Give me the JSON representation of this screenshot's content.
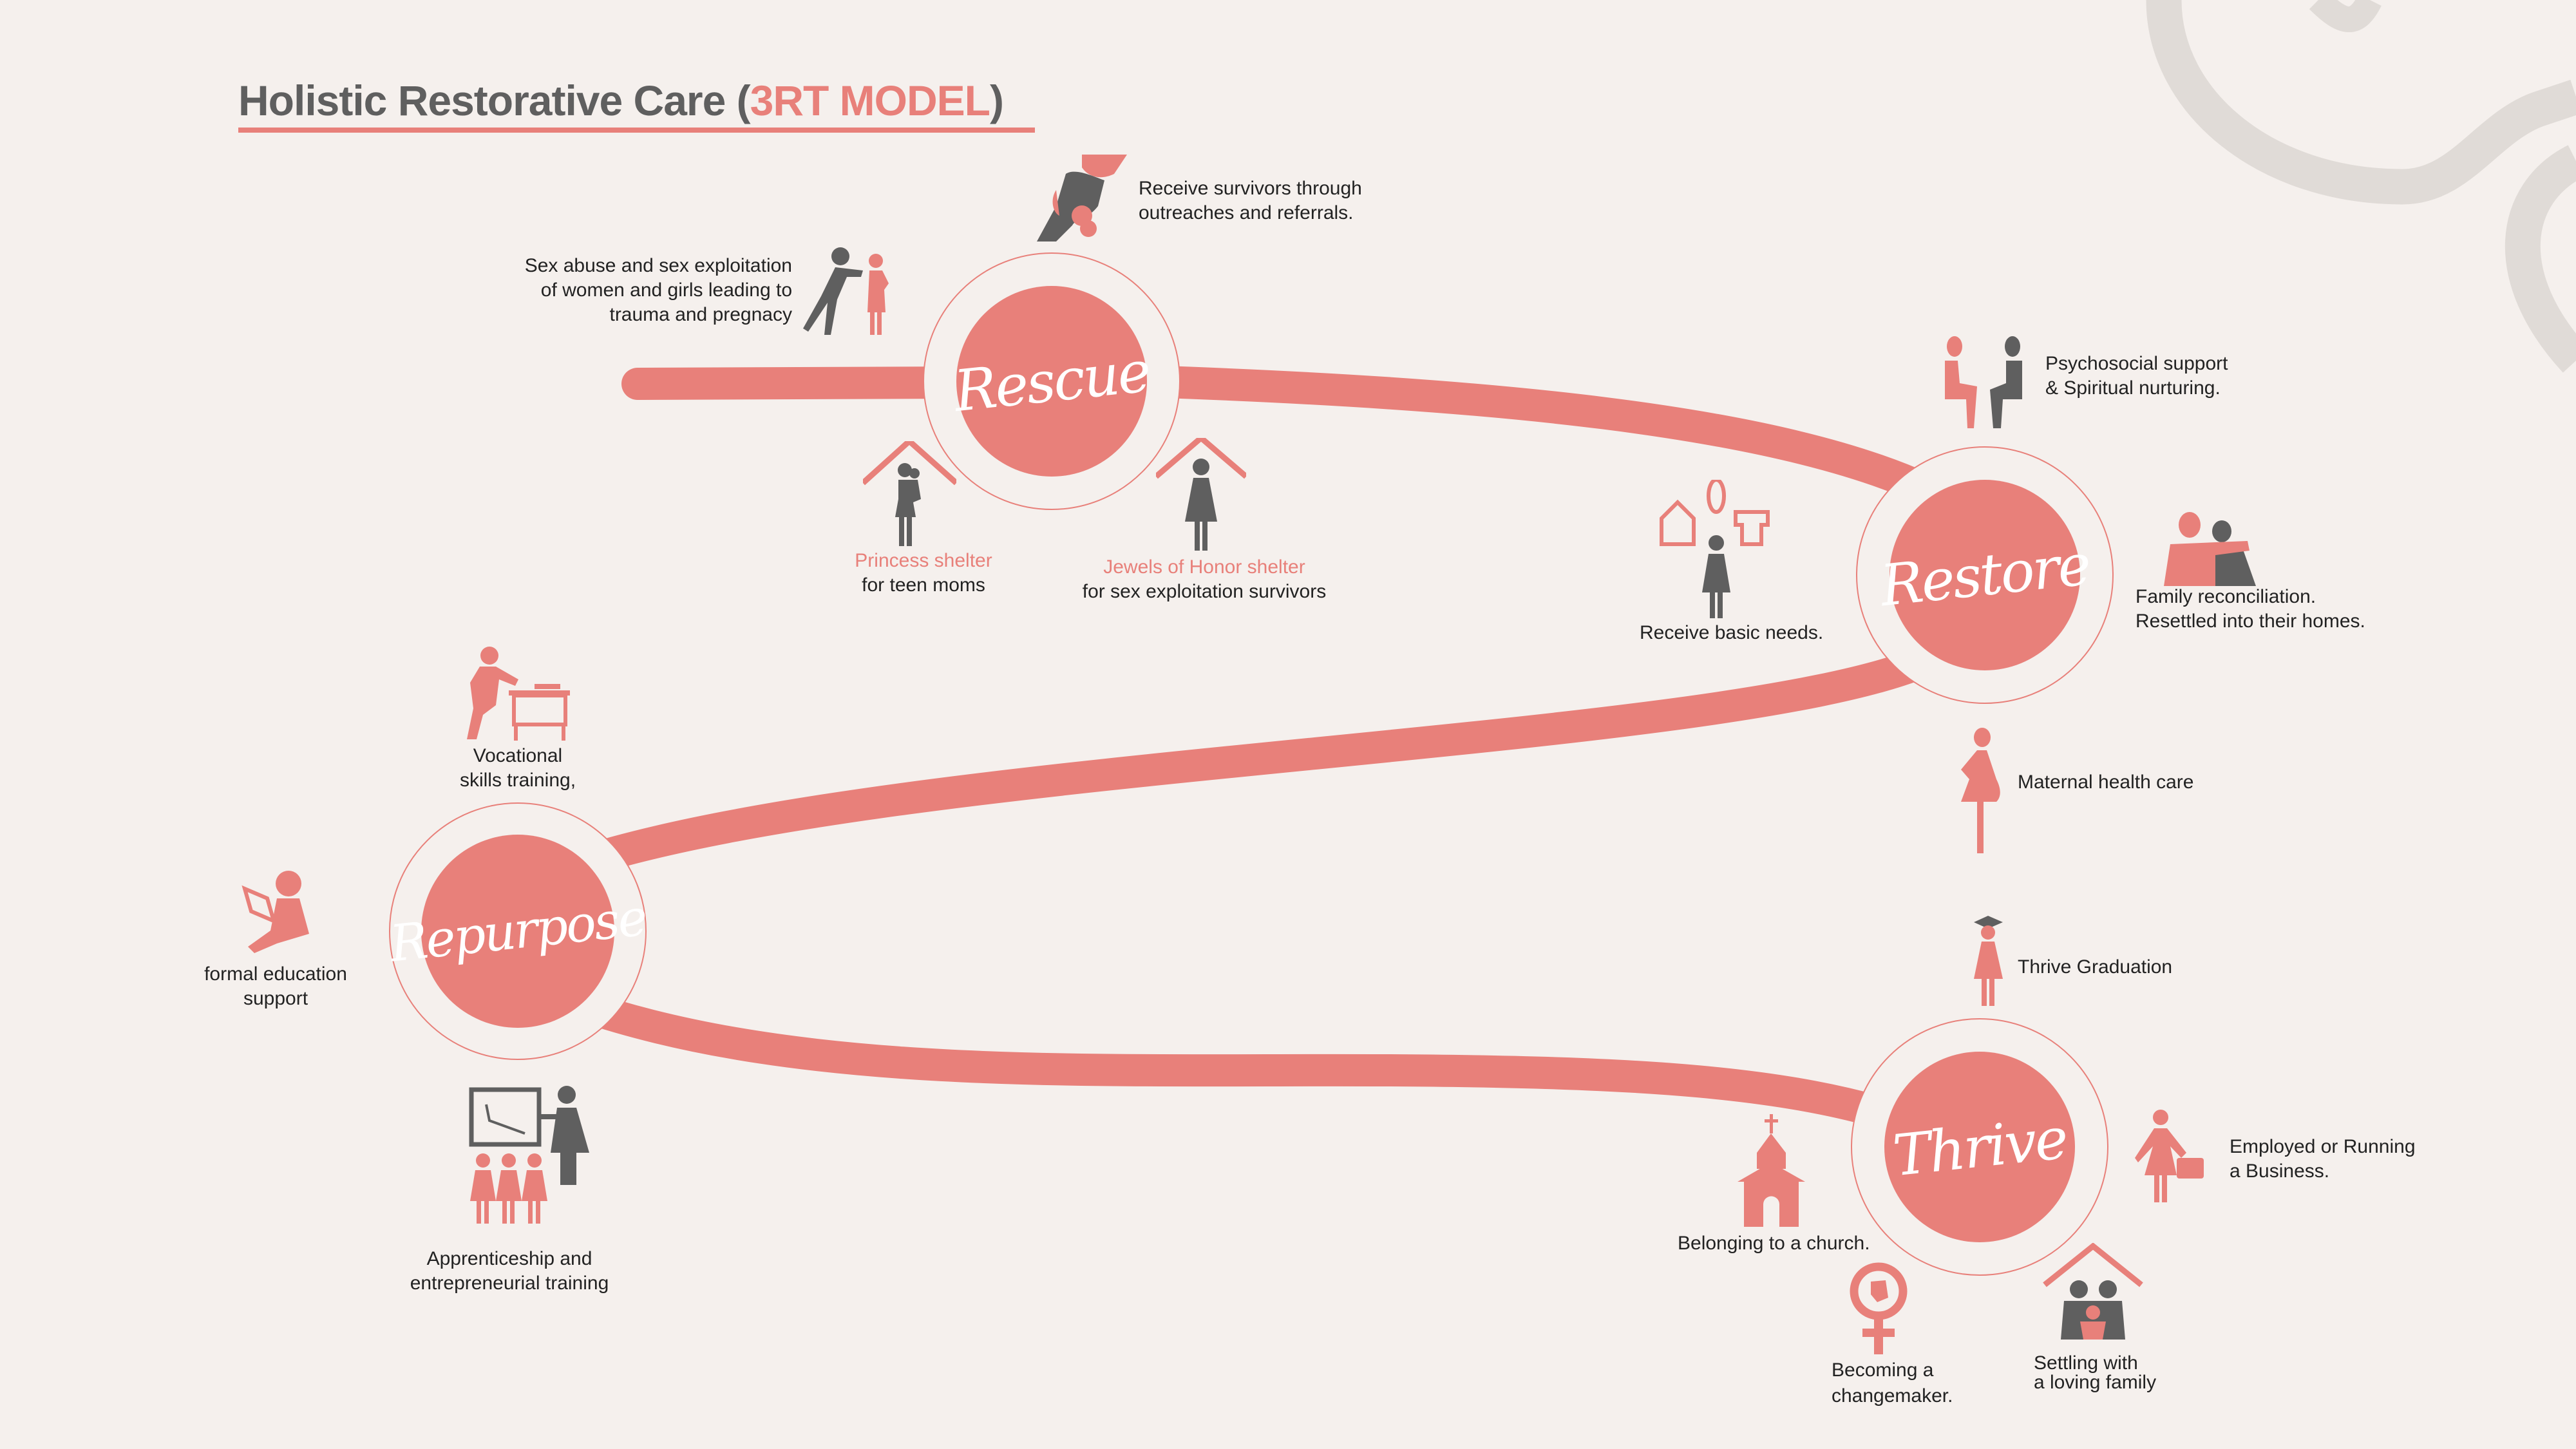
{
  "title": {
    "main": "Holistic Restorative Care (",
    "accent": "3RT MODEL",
    "close": ")"
  },
  "colors": {
    "accent": "#e8807a",
    "dark": "#5f5f5f",
    "background": "#f5f0ed",
    "decor": "#e0dbd7"
  },
  "stages": {
    "rescue": "Rescue",
    "restore": "Restore",
    "repurpose": "Repurpose",
    "thrive": "Thrive"
  },
  "rescue": {
    "outreach": [
      "Receive survivors through",
      "outreaches and referrals."
    ],
    "abuse": [
      "Sex abuse and  sex exploitation",
      "of women and girls leading to",
      "trauma and pregnacy"
    ],
    "princess": {
      "name": "Princess shelter",
      "desc": "for teen moms"
    },
    "jewels": {
      "name": "Jewels of Honor shelter",
      "desc": "for sex exploitation survivors"
    }
  },
  "restore": {
    "psychosocial": [
      "Psychosocial support",
      "& Spiritual nurturing."
    ],
    "basic_needs": "Receive basic needs.",
    "family": [
      "Family reconciliation.",
      "Resettled into their homes."
    ],
    "maternal": "Maternal health care"
  },
  "repurpose": {
    "vocational": [
      "Vocational",
      "skills training,"
    ],
    "education": [
      "formal education",
      "support"
    ],
    "apprenticeship": [
      "Apprenticeship and",
      "entrepreneurial training"
    ]
  },
  "thrive": {
    "graduation": "Thrive Graduation",
    "employed": [
      "Employed or Running",
      "a Business."
    ],
    "church": "Belonging to a church.",
    "changemaker": [
      "Becoming a",
      "changemaker."
    ],
    "family": [
      "Settling with",
      "a loving family"
    ]
  }
}
